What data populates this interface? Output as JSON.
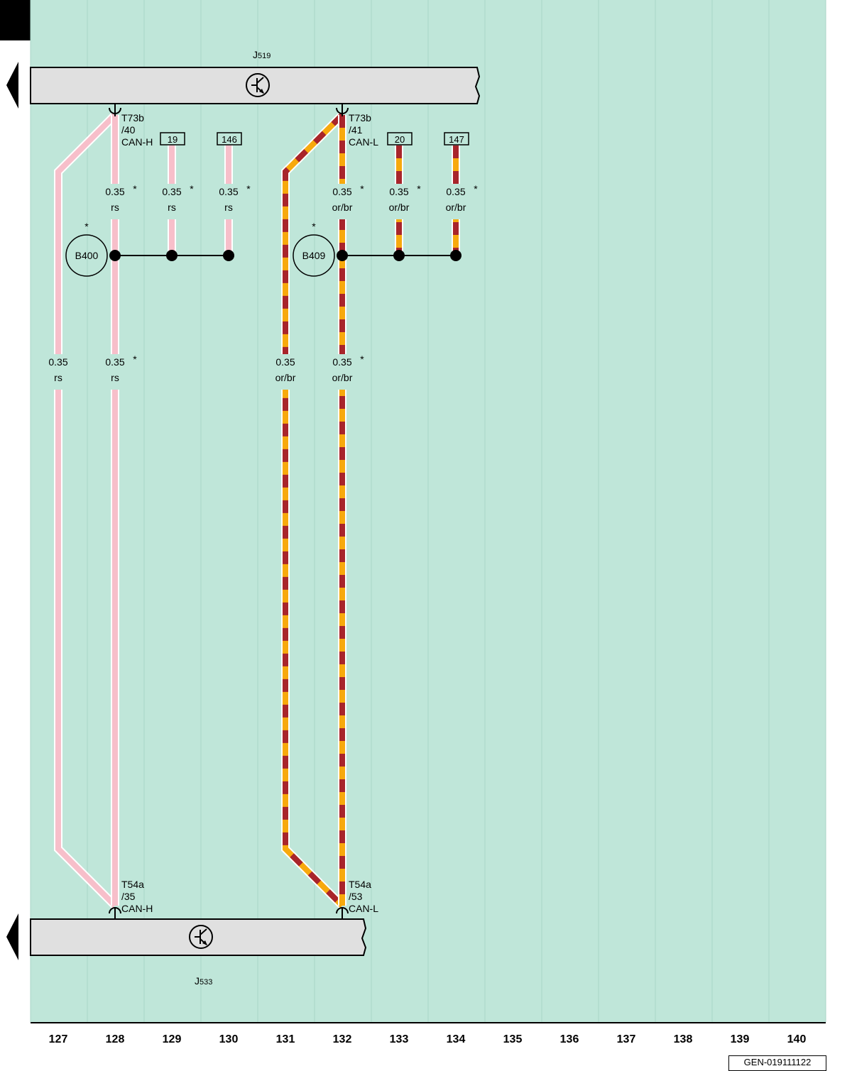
{
  "components": {
    "top": {
      "name": "J",
      "sub": "519"
    },
    "bottom": {
      "name": "J",
      "sub": "533"
    }
  },
  "connectors": {
    "top_h": {
      "pin": "T73b",
      "num": "/40",
      "signal": "CAN-H"
    },
    "top_l": {
      "pin": "T73b",
      "num": "/41",
      "signal": "CAN-L"
    },
    "bot_h": {
      "pin": "T54a",
      "num": "/35",
      "signal": "CAN-H"
    },
    "bot_l": {
      "pin": "T54a",
      "num": "/53",
      "signal": "CAN-L"
    }
  },
  "refs": [
    "19",
    "146",
    "20",
    "147"
  ],
  "junctions": [
    "B400",
    "B409"
  ],
  "wire": {
    "size": "0.35",
    "color_rs": "rs",
    "color_orbr": "or/br",
    "note_mark": "*"
  },
  "columns": [
    "127",
    "128",
    "129",
    "130",
    "131",
    "132",
    "133",
    "134",
    "135",
    "136",
    "137",
    "138",
    "139",
    "140"
  ],
  "doc_id": "GEN-019111122",
  "colors": {
    "background": "#bfe6d9",
    "pink": "#f7bfca",
    "orange": "#f7a90d",
    "brown": "#a8252b",
    "module": "#e0e0e0"
  }
}
